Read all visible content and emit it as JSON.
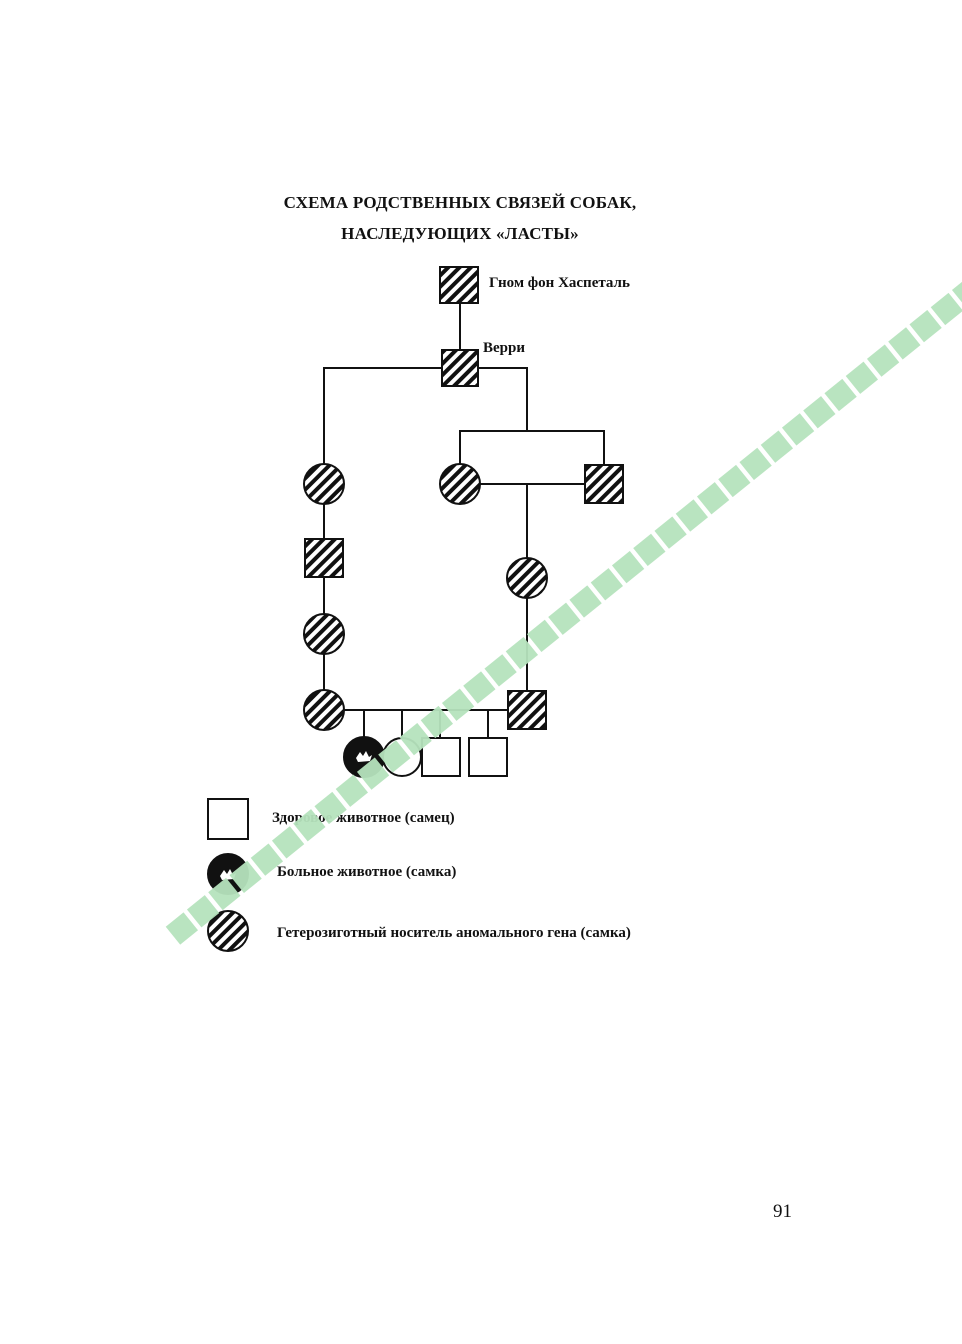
{
  "title": {
    "line1": "СХЕМА РОДСТВЕННЫХ СВЯЗЕЙ СОБАК,",
    "line2": "НАСЛЕДУЮЩИХ «ЛАСТЫ»"
  },
  "pedigree": {
    "labels": {
      "founder": "Гном фон Хаспеталь",
      "son": "Верри"
    },
    "symbols": {
      "healthy_male": "white-square",
      "healthy_female": "white-circle",
      "carrier_male": "hatched-square",
      "carrier_female": "hatched-circle",
      "affected_female": "black-circle"
    },
    "colors": {
      "line": "#111111",
      "fill_affected": "#111111",
      "fill_healthy": "#ffffff"
    }
  },
  "legend": {
    "healthy_male": "Здоровое животное (самец)",
    "affected_female": "Больное животное (самка)",
    "carrier_female": "Гетерозиготный носитель аномального гена (самка)"
  },
  "page_number": "91",
  "watermark": {
    "text": "■■■■■■■■■■■■■■■■■■■■■■■■■■■■■■■■■■■■■■■■■■■■■■■■■■■■■■",
    "color": "#b6e3bd"
  }
}
